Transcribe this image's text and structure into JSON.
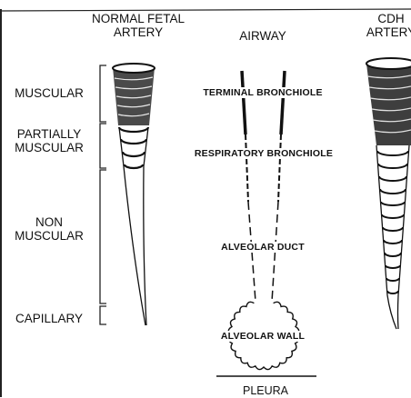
{
  "headers": {
    "normal_line1": "NORMAL FETAL",
    "normal_line2": "ARTERY",
    "airway": "AIRWAY",
    "cdh_line1": "CDH",
    "cdh_line2": "ARTERY"
  },
  "zones": {
    "muscular": "MUSCULAR",
    "partial_line1": "PARTIALLY",
    "partial_line2": "MUSCULAR",
    "non_line1": "NON",
    "non_line2": "MUSCULAR",
    "capillary": "CAPILLARY"
  },
  "airway_labels": {
    "terminal": "TERMINAL BRONCHIOLE",
    "respiratory": "RESPIRATORY BRONCHIOLE",
    "duct": "ALVEOLAR DUCT",
    "wall": "ALVEOLAR WALL",
    "pleura": "PLEURA"
  }
}
